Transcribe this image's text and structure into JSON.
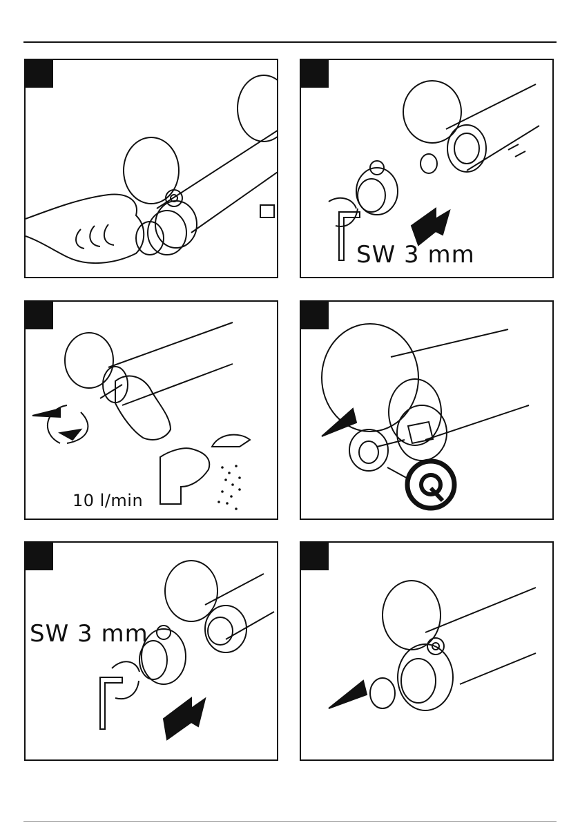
{
  "panels": [
    {
      "label": ""
    },
    {
      "label": "SW 3 mm"
    },
    {
      "label": "10 l/min"
    },
    {
      "label": ""
    },
    {
      "label": "SW 3 mm"
    },
    {
      "label": ""
    }
  ]
}
